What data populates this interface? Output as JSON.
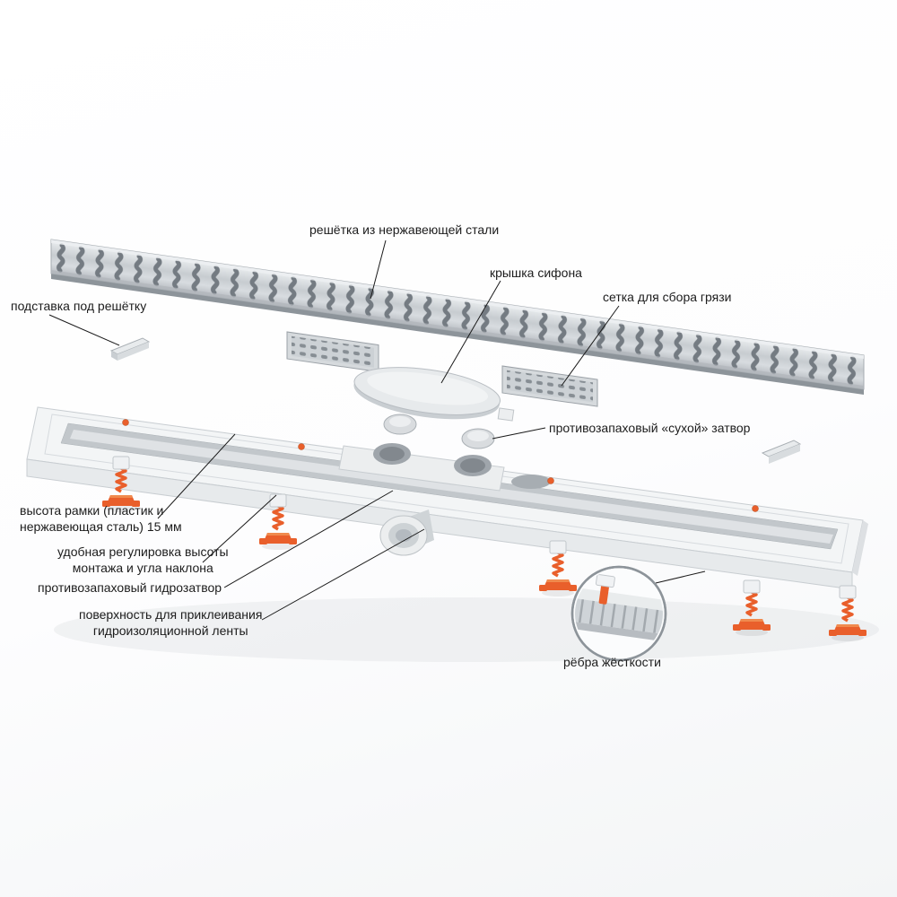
{
  "colors": {
    "accent_orange": "#e95f2b",
    "steel_light": "#e9ecee",
    "steel_mid": "#c9cdd1",
    "steel_dark": "#8d949a",
    "label_text": "#1c1c1c",
    "background_top": "#ffffff",
    "background_bottom": "#f3f5f6"
  },
  "annotations": {
    "grate": {
      "text": "решётка из нержавеющей стали"
    },
    "siphon_cover": {
      "text": "крышка сифона"
    },
    "dirt_mesh": {
      "text": "сетка для сбора грязи"
    },
    "grate_stand": {
      "text": "подставка под решётку"
    },
    "dry_trap": {
      "text": "противозапаховый «сухой» затвор"
    },
    "frame_height": {
      "line1": "высота рамки (пластик и",
      "line2": "нержавеющая сталь) 15 мм"
    },
    "height_adjust": {
      "line1": "удобная регулировка высоты",
      "line2": "монтажа и угла наклона"
    },
    "water_trap": {
      "text": "противозапаховый гидрозатвор"
    },
    "tape_surface": {
      "line1": "поверхность для приклеивания",
      "line2": "гидроизоляционной ленты"
    },
    "ribs": {
      "text": "рёбра жёсткости"
    }
  }
}
